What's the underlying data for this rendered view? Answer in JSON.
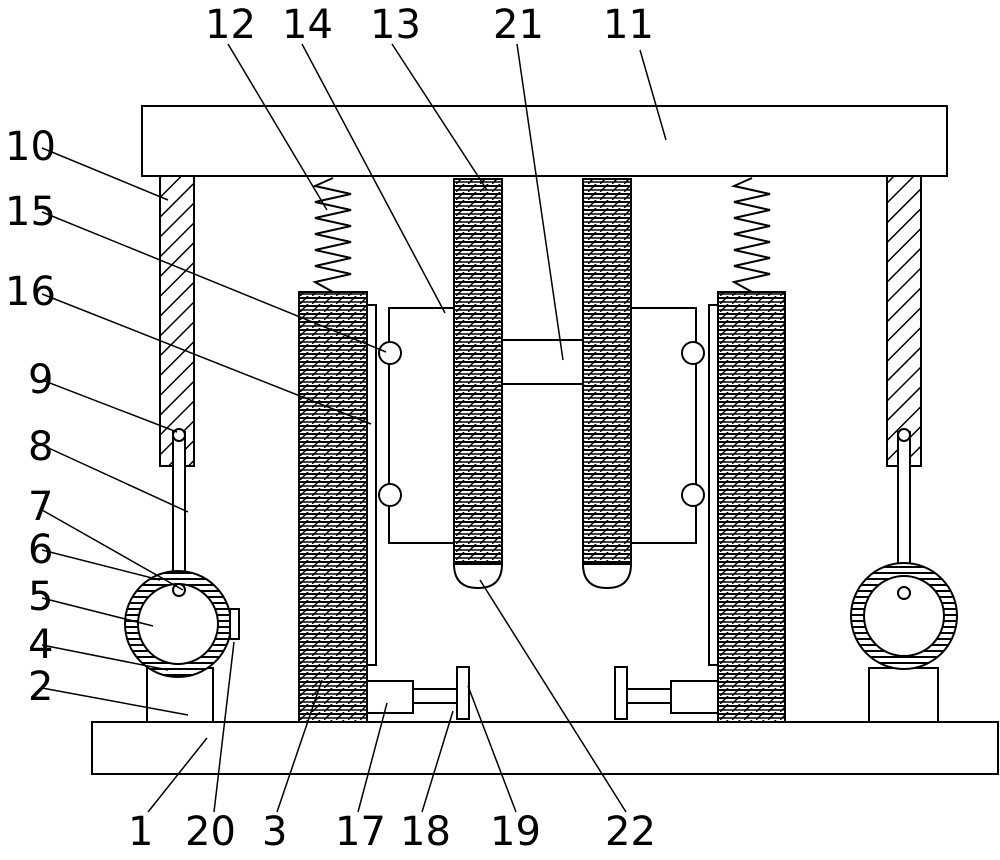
{
  "colors": {
    "stroke": "#000000",
    "fill": "#ffffff"
  },
  "labels": {
    "l1": "1",
    "l2": "2",
    "l3": "3",
    "l4": "4",
    "l5": "5",
    "l6": "6",
    "l7": "7",
    "l8": "8",
    "l9": "9",
    "l10": "10",
    "l11": "11",
    "l12": "12",
    "l13": "13",
    "l14": "14",
    "l15": "15",
    "l16": "16",
    "l17": "17",
    "l18": "18",
    "l19": "19",
    "l20": "20",
    "l21": "21",
    "l22": "22"
  }
}
